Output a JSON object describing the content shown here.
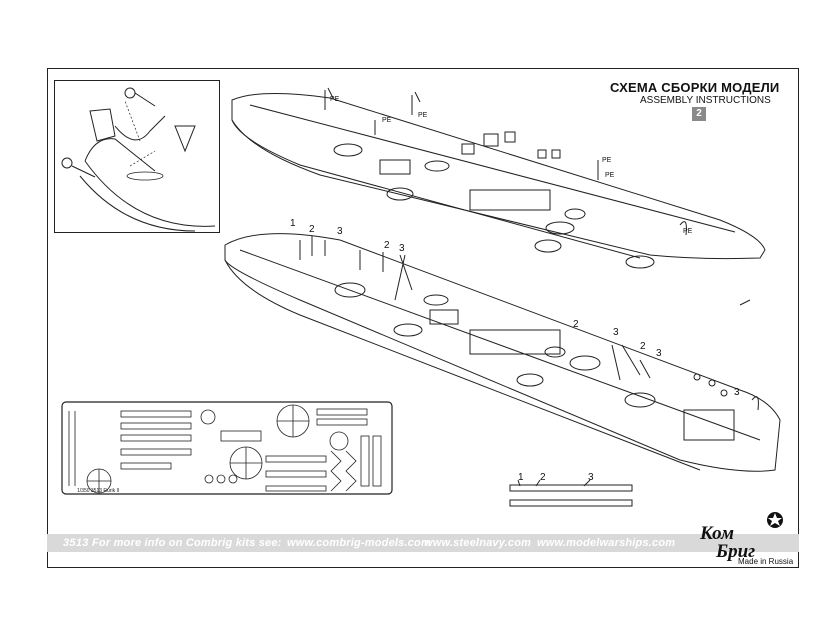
{
  "header": {
    "title_ru": "СХЕМА СБОРКИ МОДЕЛИ",
    "title_en": "ASSEMBLY INSTRUCTIONS",
    "step_number": "2"
  },
  "callouts": {
    "pe_label": "PE",
    "part_1": "1",
    "part_2": "2",
    "part_3": "3"
  },
  "pe_sheet": {
    "caption": "1/350 3513 Rurik II"
  },
  "footer": {
    "kit_number": "3513",
    "info_text": "For more info on Combrig kits see:",
    "url_1": "www.combrig-models.com",
    "url_2": "www.steelnavy.com",
    "url_3": "www.modelwarships.com"
  },
  "logo": {
    "line1": "Ком",
    "line2": "Бриг",
    "made_in": "Made in Russia"
  },
  "colors": {
    "line": "#222222",
    "footer_band": "#d9d9d9",
    "step_badge": "#8a8a8a"
  }
}
